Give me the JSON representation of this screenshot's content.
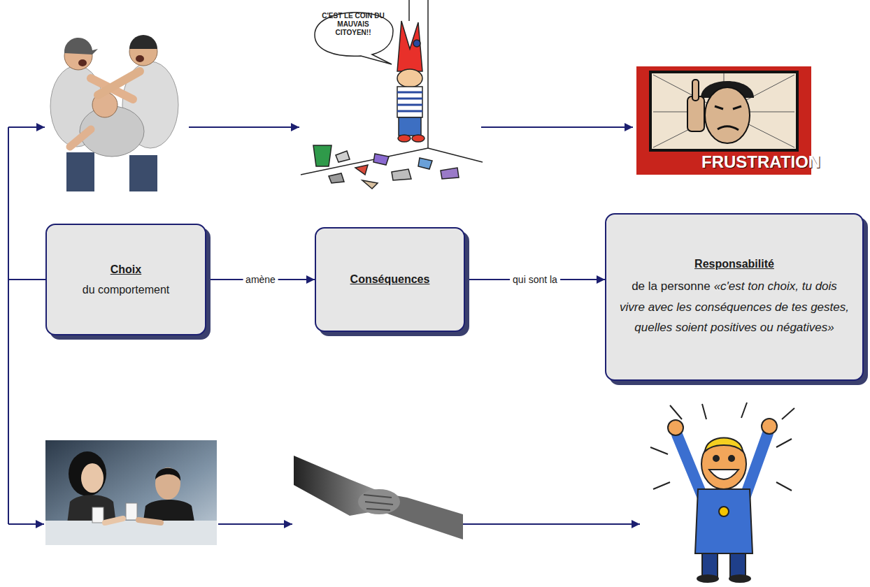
{
  "diagram": {
    "nodes": [
      {
        "text": [
          "Choix",
          "du comportement"
        ]
      },
      {
        "text": [
          "Conséquences"
        ]
      },
      {
        "text": [
          "Responsabilité",
          "de la personne",
          "«c'est ton choix, tu dois vivre avec les conséquences de tes gestes, quelles soient positives ou négatives»"
        ]
      }
    ],
    "edges": [
      {
        "from": 0,
        "to": 1,
        "label": "amène",
        "arrow": "to"
      },
      {
        "from": 1,
        "to": 2,
        "label": "qui sont la",
        "arrow": "to"
      }
    ],
    "labels": [
      "C'EST LE COIN DU MAUVAIS CITOYEN!!",
      "FRUSTRATION"
    ]
  }
}
